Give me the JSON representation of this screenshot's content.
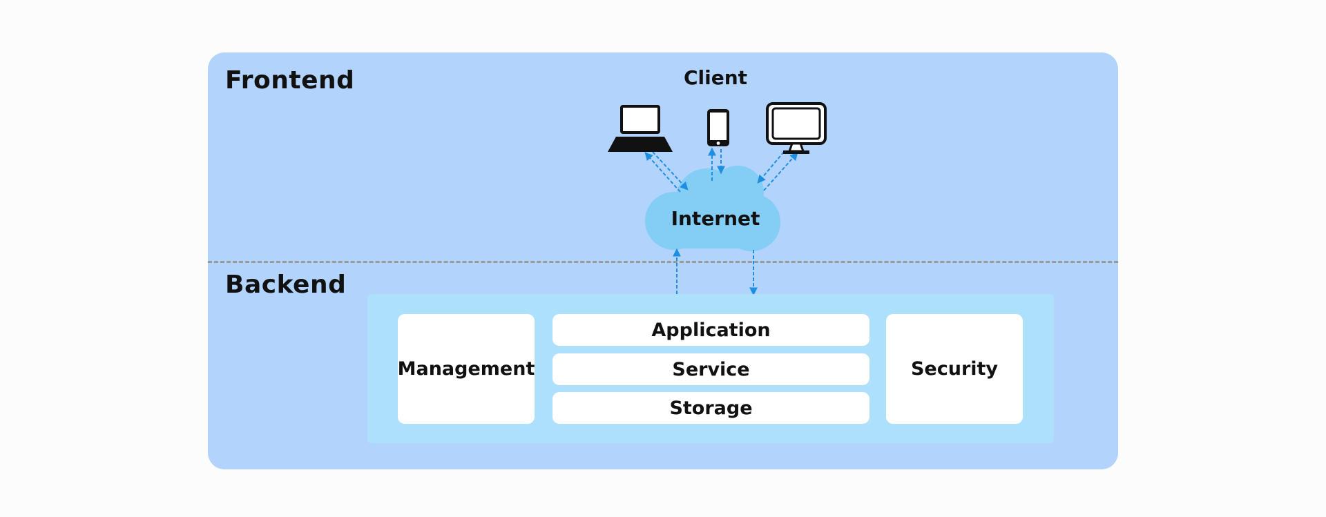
{
  "frontend": {
    "title": "Frontend",
    "client_title": "Client",
    "internet_label": "Internet",
    "devices": [
      {
        "name": "laptop",
        "icon": "laptop-icon"
      },
      {
        "name": "phone",
        "icon": "phone-icon"
      },
      {
        "name": "monitor",
        "icon": "monitor-icon"
      }
    ]
  },
  "backend": {
    "title": "Backend",
    "management_label": "Management",
    "security_label": "Security",
    "layers": [
      "Application",
      "Service",
      "Storage"
    ]
  },
  "colors": {
    "outer_panel": "#b1d3fc",
    "backend_panel": "#ade1fb",
    "cloud": "#84cdf5",
    "arrow": "#1e8fe0",
    "divider": "#9a9a9a",
    "box": "#ffffff"
  }
}
